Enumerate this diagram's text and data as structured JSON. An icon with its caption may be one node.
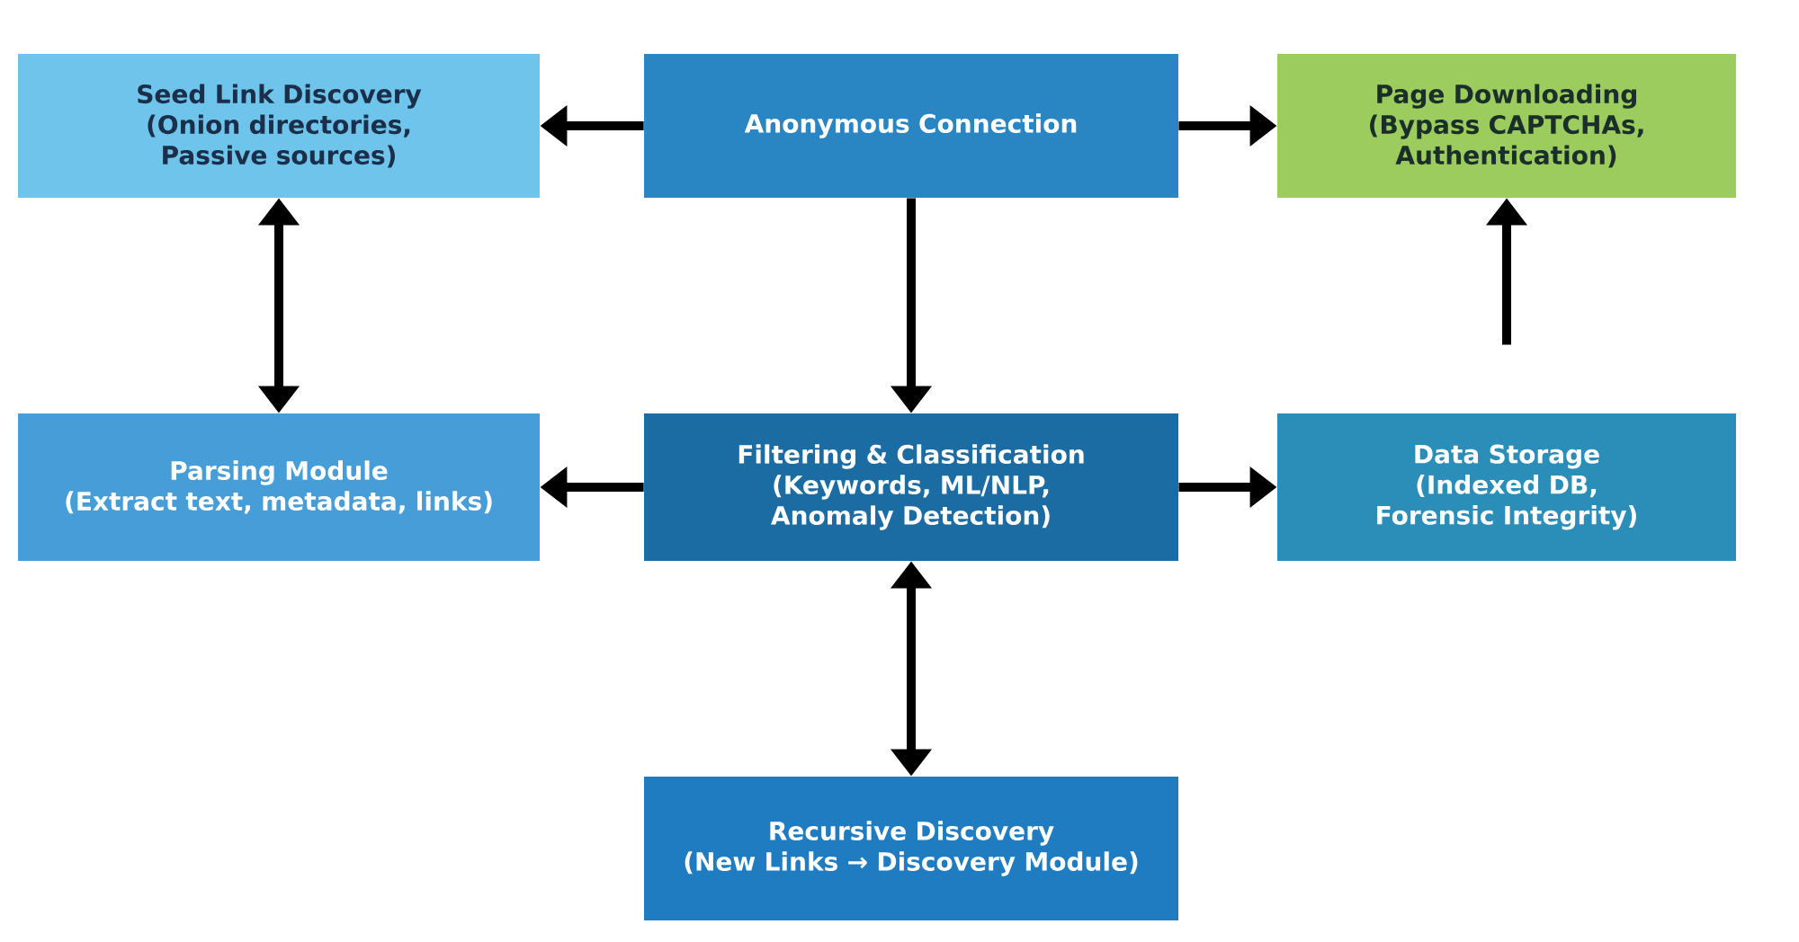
{
  "diagram": {
    "nodes": [
      {
        "text": [
          "Seed Link Discovery",
          "(Onion directories, Passive sources)"
        ]
      },
      {
        "text": [
          "Anonymous Connection"
        ]
      },
      {
        "text": [
          "Page Downloading",
          "(Bypass CAPTCHAs, Authentication)"
        ]
      },
      {
        "text": [
          "Parsing Module",
          "(Extract text, metadata, links)"
        ]
      },
      {
        "text": [
          "Filtering & Classification",
          "(Keywords, ML/NLP, Anomaly Detection)"
        ]
      },
      {
        "text": [
          "Data Storage",
          "(Indexed DB, Forensic Integrity)"
        ]
      },
      {
        "text": [
          "Recursive Discovery",
          "(New Links → Discovery Module)"
        ]
      }
    ],
    "edges": [
      {
        "from": 1,
        "to": 0,
        "arrow": "to"
      },
      {
        "from": 1,
        "to": 2,
        "arrow": "to"
      },
      {
        "from": 1,
        "to": 4,
        "arrow": "to"
      },
      {
        "from": 0,
        "to": 3,
        "arrow": "both"
      },
      {
        "from": 4,
        "to": 3,
        "arrow": "to"
      },
      {
        "from": 4,
        "to": 5,
        "arrow": "to"
      },
      {
        "from": 5,
        "to": 2,
        "arrow": "to"
      },
      {
        "from": 4,
        "to": 6,
        "arrow": "both"
      }
    ]
  }
}
